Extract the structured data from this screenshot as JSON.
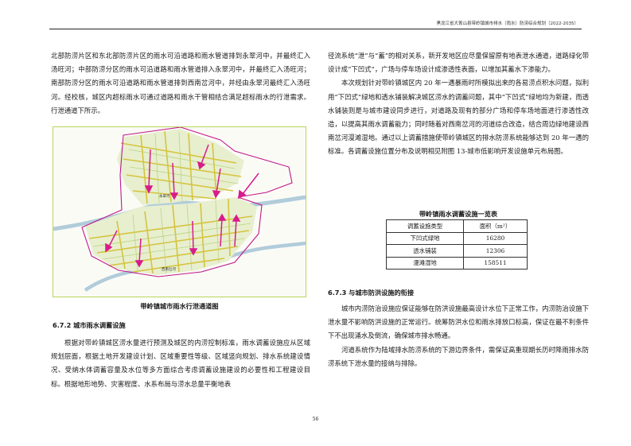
{
  "header": {
    "title": "黑龙江省大箐山县带岭镇城市排水（雨水）防涝综合规划（2022-2035）"
  },
  "left_column": {
    "paragraph_1": "北部防涝片区和东北部防涝片区的雨水可沿道路和雨水管道排到永翠河中，并最终汇入汤旺河；中部防涝分区的雨水可沿道路和雨水管道排入永翠河中，并最终汇入汤旺河；南部防涝分区的雨水可沿道路和雨水管道排到西南岔河中，并经由永翠河最终汇入汤旺河。经校核，城区内超标雨水可通过道路和雨水干管相结合满足超标雨水的行泄需求。行泄通道下所示。",
    "figure_caption": "带岭镇城市雨水行泄通道图",
    "map_labels": {
      "river_north": "永翠河",
      "river_south": "西南岔河"
    },
    "section_heading": "6.7.2  城市雨水调蓄设施",
    "paragraph_2": "根据对带岭镇城区涝水量进行预测及城区的内涝控制标准，雨水调蓄设施应从区域规划层面，根据土地开发建设计划、区域重要性等级、区域竖向规划、排水系统建设情况、受纳水体调蓄容量及水位等多方面综合考虑调蓄设施建设的必要性和工程建设目标。根据地形地势、灾害程度、水系布局与涝水总量平衡地表"
  },
  "right_column": {
    "paragraph_1": "径流系统“泄”与“蓄”的相对关系，新开发地区应尽量保留原有地表泄水通道，道路绿化带设计成“下凹式”，广场与停车场设计成渗透性表面，以增加其蓄水下渗能力。",
    "paragraph_2": "本次规划针对带岭镇城区内 20 年一遇暴雨时所模拟出来的各易涝点积水问题，拟利用“下凹式”绿地和透水铺装解决城区涝水的调蓄问题，其中“下凹式”绿地均为新建，而透水铺装则是与城市建设同步进行，对道路及现有的部分广场和停车场地面进行渗透性改造，以提高其雨水调蓄能力；同时随着对西南岔河的河道综合改造，结合周边绿地建设西南岔河漫滩湿地。通过以上调蓄措施使带岭镇城区的排水防涝系统能够达到 20 年一遇的标准。各调蓄设施位置分布及说明相见附图 13-城市低影响开发设施单元布局图。",
    "table_title": "带岭镇雨水调蓄设施一览表",
    "table": {
      "headers": [
        "调蓄设施类型",
        "面积（m²）"
      ],
      "rows": [
        [
          "下凹式绿地",
          "16280"
        ],
        [
          "透水铺装",
          "12306"
        ],
        [
          "漫滩湿地",
          "158511"
        ]
      ]
    },
    "section_heading": "6.7.3  与城市防洪设施的衔接",
    "paragraph_3": "城市内涝防治设施应保证能够在防洪设施最高设计水位下正常工作，内涝防治设施下泄水量不影响防洪设施的正常运行。统筹防洪水位和雨水排放口标高，保证在最不利条件下不出现涌水及倒流，确保城市排水畅通。",
    "paragraph_4": "河道系统作为陆域排水防涝系统的下游边界条件，需保证高重现期长历时降雨排水防涝系统下泄水量的接纳与排除。"
  },
  "page_number": "56",
  "colors": {
    "roads": "#d6c43e",
    "blocks": "#b8d07a",
    "boundary": "#c0188c",
    "arrows": "#d81b8c",
    "river": "#9fc1d3",
    "frame": "#b9d65a"
  }
}
